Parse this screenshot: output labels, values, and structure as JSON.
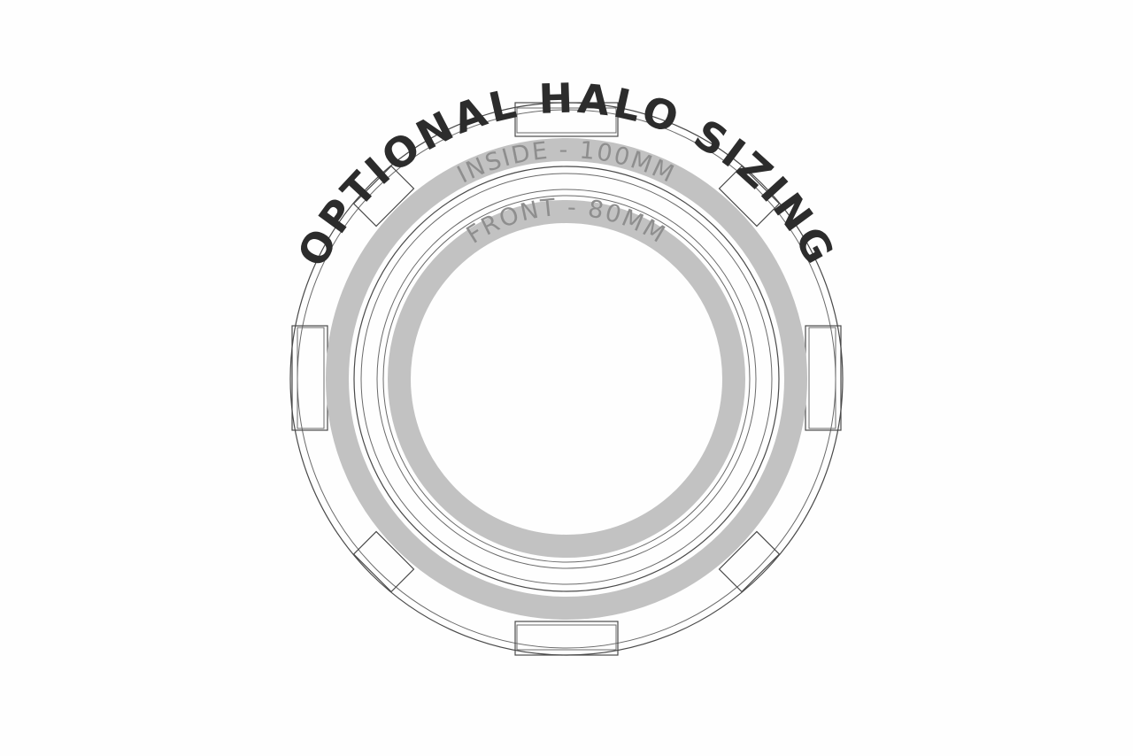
{
  "title": "OPTIONAL HALO SIZING",
  "rings": [
    {
      "label": "INSIDE - 100MM"
    },
    {
      "label": "FRONT - 80MM"
    }
  ],
  "colors": {
    "title": "#2c2c2c",
    "halo": "#c2c2c2",
    "outline": "#4a4a4a",
    "label": "#8e8e8e"
  }
}
